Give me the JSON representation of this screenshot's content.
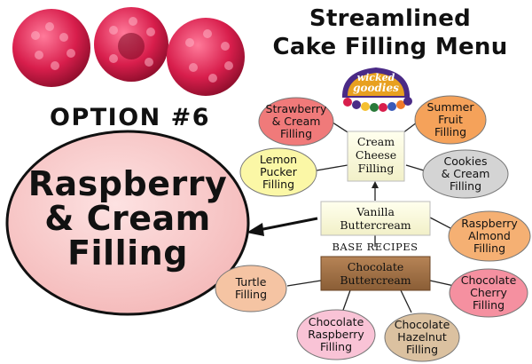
{
  "title": {
    "line1": "Streamlined",
    "line2": "Cake Filling Menu"
  },
  "option_label": "OPTION #6",
  "main_filling": {
    "line1": "Raspberry",
    "line2": "& Cream",
    "line3": "Filling"
  },
  "logo": {
    "line1": "wicked",
    "line2": "goodies"
  },
  "base_caption": "BASE RECIPES",
  "nodes": {
    "strawberry": {
      "label": "Strawberry\n& Cream\nFilling",
      "color": "#f07a7a"
    },
    "summer": {
      "label": "Summer\nFruit\nFilling",
      "color": "#f5a25a"
    },
    "cream_cheese": {
      "label": "Cream\nCheese\nFilling",
      "color": "#fdfde0"
    },
    "lemon": {
      "label": "Lemon\nPucker\nFilling",
      "color": "#fbf7a6"
    },
    "cookies": {
      "label": "Cookies\n& Cream\nFilling",
      "color": "#d4d4d4"
    },
    "vanilla": {
      "label": "Vanilla\nButtercream",
      "color": "#fdfde0"
    },
    "raspberry_almond": {
      "label": "Raspberry\nAlmond\nFilling",
      "color": "#f5b073"
    },
    "chocolate": {
      "label": "Chocolate\nButtercream",
      "color": "#a0744c"
    },
    "turtle": {
      "label": "Turtle\nFilling",
      "color": "#f5c4a3"
    },
    "chocolate_cherry": {
      "label": "Chocolate\nCherry\nFilling",
      "color": "#f590a0"
    },
    "chocolate_raspberry": {
      "label": "Chocolate\nRaspberry\nFilling",
      "color": "#f9c3d6"
    },
    "chocolate_hazelnut": {
      "label": "Chocolate\nHazelnut\nFilling",
      "color": "#dbc1a0"
    }
  },
  "colors": {
    "main_fill": "#f9c9c9",
    "raspberry": "#d81e4c",
    "outline": "#111111"
  }
}
